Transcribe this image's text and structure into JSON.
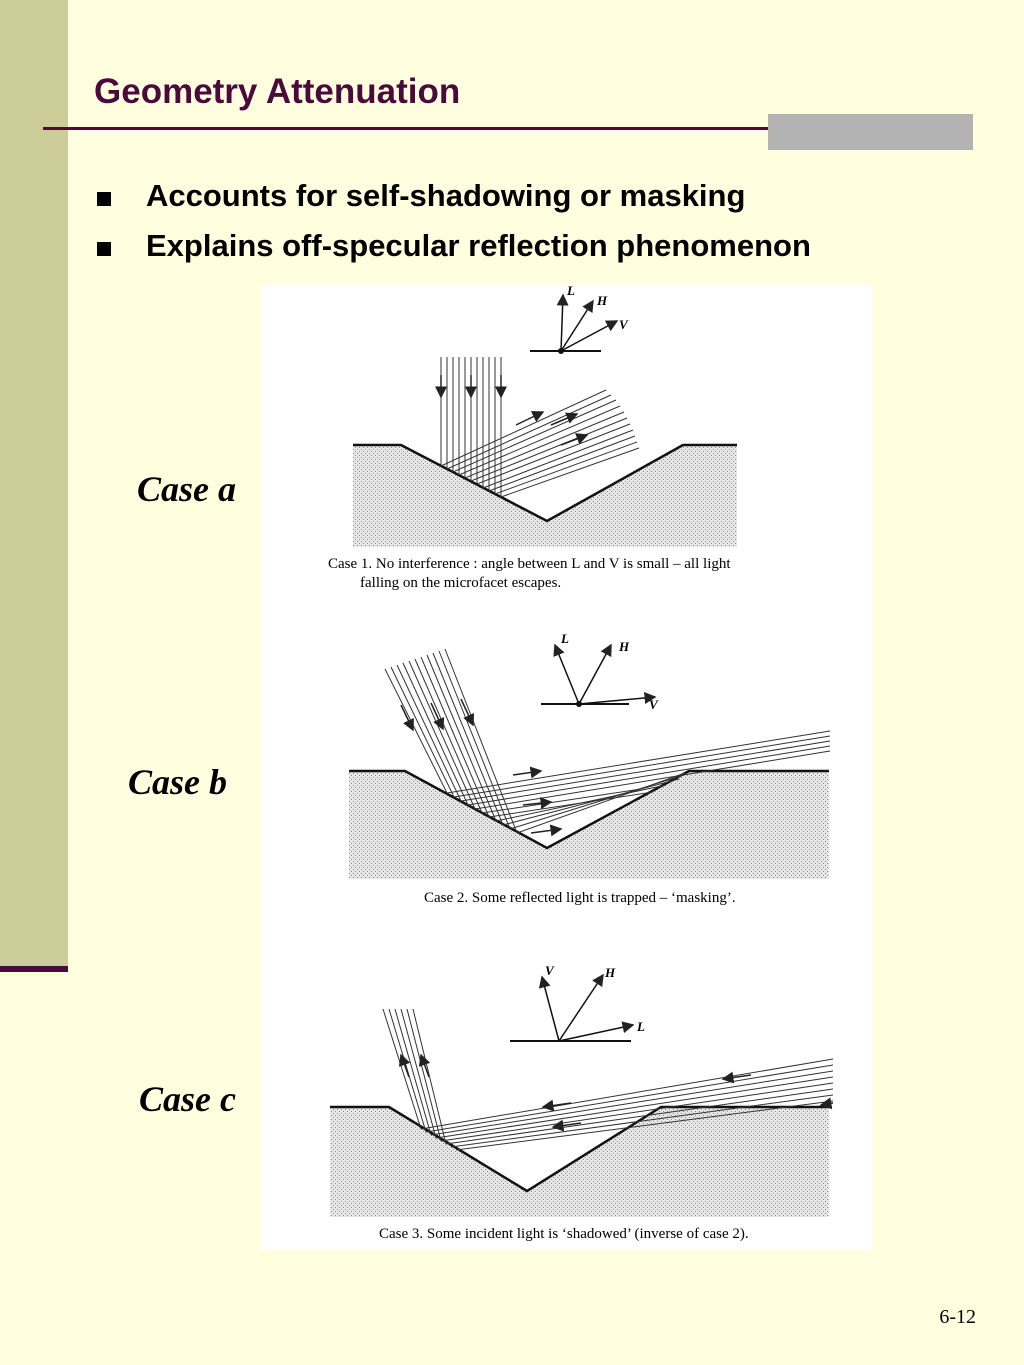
{
  "slide": {
    "title": "Geometry Attenuation",
    "bullets": [
      "Accounts for self-shadowing or masking",
      "Explains off-specular reflection phenomenon"
    ],
    "page_number": "6-12"
  },
  "figure": {
    "cases": [
      {
        "label": "Case a",
        "caption_line1": "Case 1.  No interference : angle between L and V is small – all light",
        "caption_line2": "falling on the microfacet escapes.",
        "vectors": [
          "L",
          "H",
          "V"
        ]
      },
      {
        "label": "Case b",
        "caption_line1": "Case 2.  Some reflected light is trapped – ‘masking’.",
        "vectors": [
          "L",
          "H",
          "V"
        ]
      },
      {
        "label": "Case c",
        "caption_line1": "Case 3.  Some incident light is ‘shadowed’ (inverse of case 2).",
        "vectors": [
          "V",
          "H",
          "L"
        ]
      }
    ]
  },
  "colors": {
    "background": "#FFFFE0",
    "sidebar": "#CCCC99",
    "title": "#4B0A3C",
    "accent_block": "#B3B3B3"
  }
}
